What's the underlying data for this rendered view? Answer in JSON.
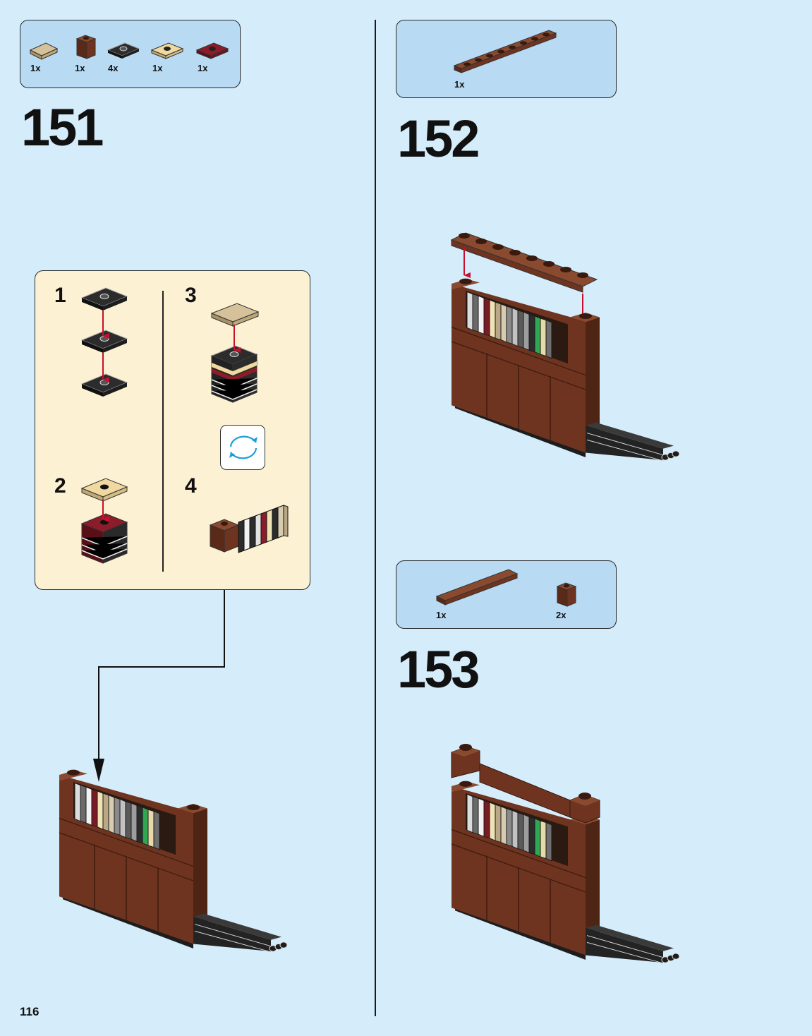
{
  "page": {
    "number": "116"
  },
  "colors": {
    "background": "#d5ecfa",
    "parts_box": "#b8daf3",
    "sub_box": "#fdf1d3",
    "reddish_brown": "#6e3420",
    "arrow_red": "#c8102e",
    "rotate_arrow": "#1c9fd8"
  },
  "steps": [
    {
      "number": "151",
      "parts": [
        {
          "qty": "1x",
          "icon": "tan-tile-1x2-icon"
        },
        {
          "qty": "1x",
          "icon": "reddish-brown-brick-1x1-icon"
        },
        {
          "qty": "4x",
          "icon": "black-jumper-plate-icon"
        },
        {
          "qty": "1x",
          "icon": "tan-jumper-plate-icon"
        },
        {
          "qty": "1x",
          "icon": "dark-red-jumper-plate-icon"
        }
      ],
      "substeps": [
        "1",
        "2",
        "3",
        "4"
      ],
      "rotate_icon": "rotate-model-icon"
    },
    {
      "number": "152",
      "parts": [
        {
          "qty": "1x",
          "icon": "reddish-brown-plate-1x8-icon"
        }
      ]
    },
    {
      "number": "153",
      "parts": [
        {
          "qty": "1x",
          "icon": "reddish-brown-tile-1x6-icon"
        },
        {
          "qty": "2x",
          "icon": "reddish-brown-brick-1x1-icon"
        }
      ]
    }
  ]
}
